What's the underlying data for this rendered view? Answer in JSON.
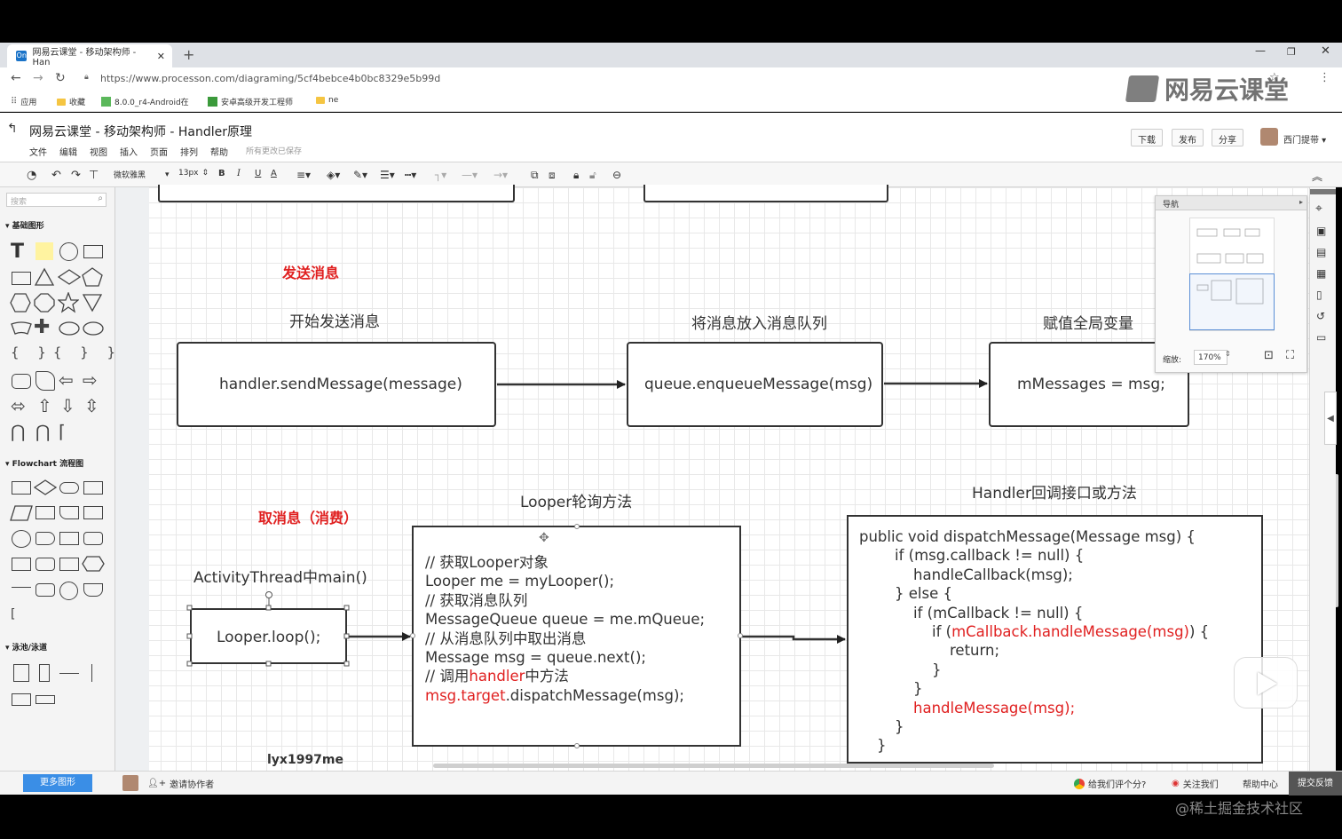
{
  "browser": {
    "tab_title": "网易云课堂 - 移动架构师 - Han",
    "tab_favicon": "On",
    "url": "https://www.processon.com/diagraming/5cf4bebce4b0bc8329e5b99d",
    "bookmarks": [
      "应用",
      "收藏",
      "8.0.0_r4-Android在",
      "安卓高级开发工程师",
      "ne"
    ]
  },
  "watermark": {
    "logo_text": "网易云课堂",
    "bottom_text": "@稀土掘金技术社区"
  },
  "app": {
    "title": "网易云课堂 - 移动架构师 - Handler原理",
    "menu": [
      "文件",
      "编辑",
      "视图",
      "插入",
      "页面",
      "排列",
      "帮助"
    ],
    "save_status": "所有更改已保存",
    "buttons": {
      "download": "下载",
      "publish": "发布",
      "share": "分享"
    },
    "user": "西门提带"
  },
  "toolbar": {
    "font_family": "微软雅黑",
    "font_size": "13px",
    "bold": "B",
    "italic": "I",
    "underline": "U",
    "font_color": "A"
  },
  "left_panel": {
    "search_placeholder": "搜索",
    "section_basic": "基础图形",
    "section_flowchart": "Flowchart 流程图",
    "section_swimlane": "泳池/泳道",
    "more_shapes": "更多图形"
  },
  "diagram": {
    "section1_label": "发送消息",
    "section2_label": "取消息（消费）",
    "titles": {
      "start_send": "开始发送消息",
      "enqueue": "将消息放入消息队列",
      "assign": "赋值全局变量",
      "activity_main": "ActivityThread中main()",
      "looper_method": "Looper轮询方法",
      "handler_callback": "Handler回调接口或方法"
    },
    "boxes": {
      "send": "handler.sendMessage(message)",
      "enqueue": "queue.enqueueMessage(msg)",
      "assign": "mMessages = msg;",
      "loop": "Looper.loop();"
    },
    "looper_code": [
      "// 获取Looper对象",
      "Looper me = myLooper();",
      "// 获取消息队列",
      "MessageQueue queue = me.mQueue;",
      "// 从消息队列中取出消息",
      "Message msg = queue.next();",
      "// 调用",
      "handler",
      "中方法",
      "msg.target",
      ".dispatchMessage(msg);"
    ],
    "dispatch_code": {
      "l1": "public void dispatchMessage(Message msg) {",
      "l2": "if (msg.callback != null) {",
      "l3": "handleCallback(msg);",
      "l4": "} else {",
      "l5": "if (mCallback != null) {",
      "l6a": "if (",
      "l6b": "mCallback.handleMessage(msg)",
      "l6c": ") {",
      "l7": "return;",
      "l8": "}",
      "l9": "}",
      "l10": "handleMessage(msg);",
      "l11": "}",
      "l12": "}"
    },
    "author": "lyx1997me"
  },
  "nav_panel": {
    "title": "导航",
    "zoom_label": "缩放:",
    "zoom_value": "170%"
  },
  "bottom_bar": {
    "invite": "邀请协作者",
    "rate": "给我们评个分?",
    "follow": "关注我们",
    "help": "帮助中心",
    "feedback": "提交反馈"
  }
}
